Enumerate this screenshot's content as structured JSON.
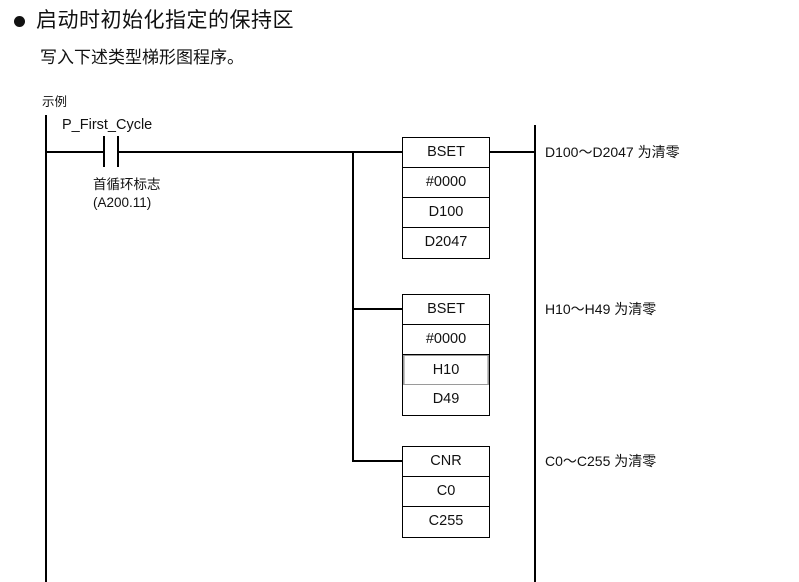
{
  "page": {
    "heading": "启动时初始化指定的保持区",
    "subtitle": "写入下述类型梯形图程序。",
    "example_label": "示例",
    "bullet_icon": "filled-circle-bullet"
  },
  "ladder": {
    "contact": {
      "icon": "normally-open-contact-icon",
      "name": "P_First_Cycle",
      "note_line1": "首循环标志",
      "note_line2": "(A200.11)"
    },
    "blocks": [
      {
        "instruction": "BSET",
        "operands": [
          "#0000",
          "D100",
          "D2047"
        ],
        "highlight_operand_index": -1,
        "annotation": "D100〜D2047 为清零"
      },
      {
        "instruction": "BSET",
        "operands": [
          "#0000",
          "H10",
          "D49"
        ],
        "highlight_operand_index": 1,
        "annotation": "H10〜H49 为清零"
      },
      {
        "instruction": "CNR",
        "operands": [
          "C0",
          "C255"
        ],
        "highlight_operand_index": -1,
        "annotation": "C0〜C255  为清零"
      }
    ]
  },
  "colors": {
    "line": "#000000",
    "text": "#111111",
    "highlight_border": "#9a9a9a",
    "background": "#ffffff"
  }
}
